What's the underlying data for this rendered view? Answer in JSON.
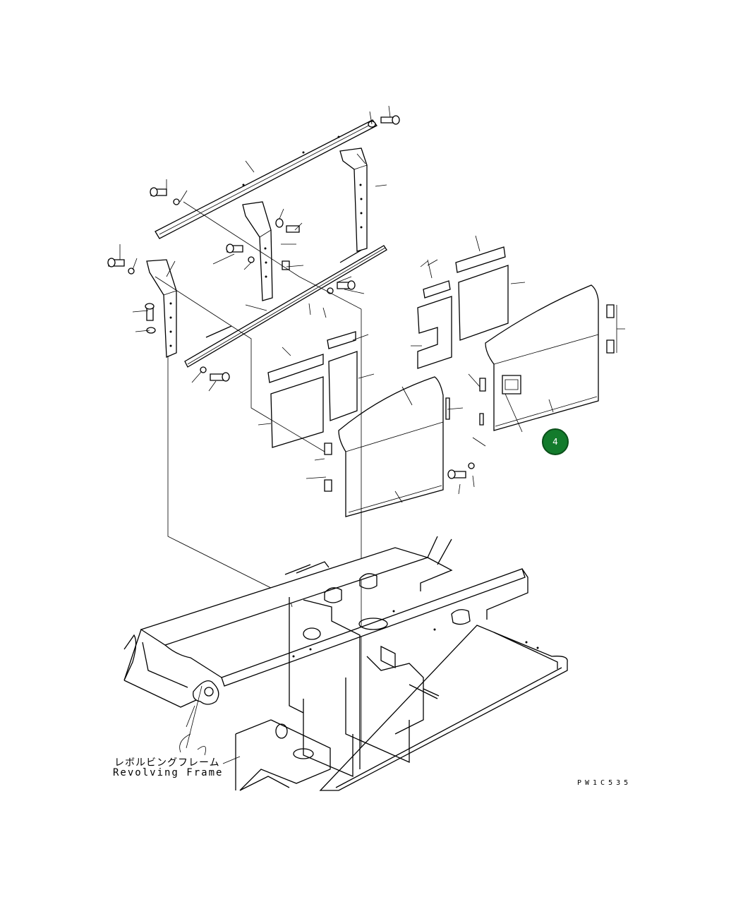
{
  "frame_label": {
    "japanese": "レボルビングフレーム",
    "english": "Revolving Frame"
  },
  "drawing_code": "PW1C535",
  "callout": {
    "number": "4",
    "color": "#137b2c"
  }
}
